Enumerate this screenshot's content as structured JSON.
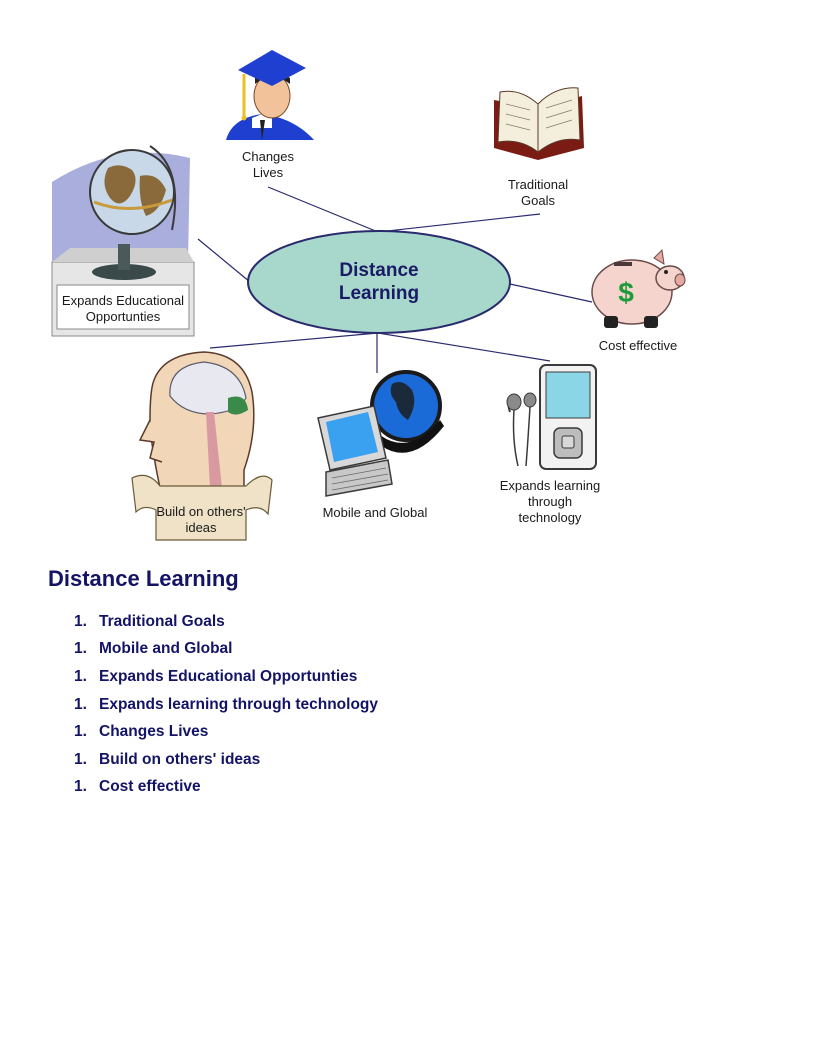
{
  "diagram": {
    "center": "Distance\nLearning",
    "nodes": [
      {
        "id": "changes-lives",
        "label": "Changes\nLives",
        "icon": "graduate-icon"
      },
      {
        "id": "traditional-goals",
        "label": "Traditional\nGoals",
        "icon": "book-icon"
      },
      {
        "id": "expands-educational",
        "label": "Expands Educational\nOpportunties",
        "icon": "globe-icon"
      },
      {
        "id": "cost-effective",
        "label": "Cost effective",
        "icon": "piggy-bank-icon"
      },
      {
        "id": "build-on-ideas",
        "label": "Build on others'\nideas",
        "icon": "brain-head-icon"
      },
      {
        "id": "mobile-global",
        "label": "Mobile and Global",
        "icon": "laptop-globe-icon"
      },
      {
        "id": "expands-tech",
        "label": "Expands learning\nthrough\ntechnology",
        "icon": "media-player-icon"
      }
    ],
    "colors": {
      "ellipse_fill": "#a8d8cc",
      "ellipse_stroke": "#2a2a6e",
      "connector": "#2a2a6e",
      "text_heading": "#141466"
    }
  },
  "outline": {
    "heading": "Distance Learning",
    "items": [
      {
        "num": "1.",
        "text": "Traditional Goals"
      },
      {
        "num": "1.",
        "text": "Mobile and Global"
      },
      {
        "num": "1.",
        "text": "Expands Educational Opportunties"
      },
      {
        "num": "1.",
        "text": "Expands learning through technology"
      },
      {
        "num": "1.",
        "text": "Changes Lives"
      },
      {
        "num": "1.",
        "text": "Build on others' ideas"
      },
      {
        "num": "1.",
        "text": "Cost effective"
      }
    ]
  }
}
